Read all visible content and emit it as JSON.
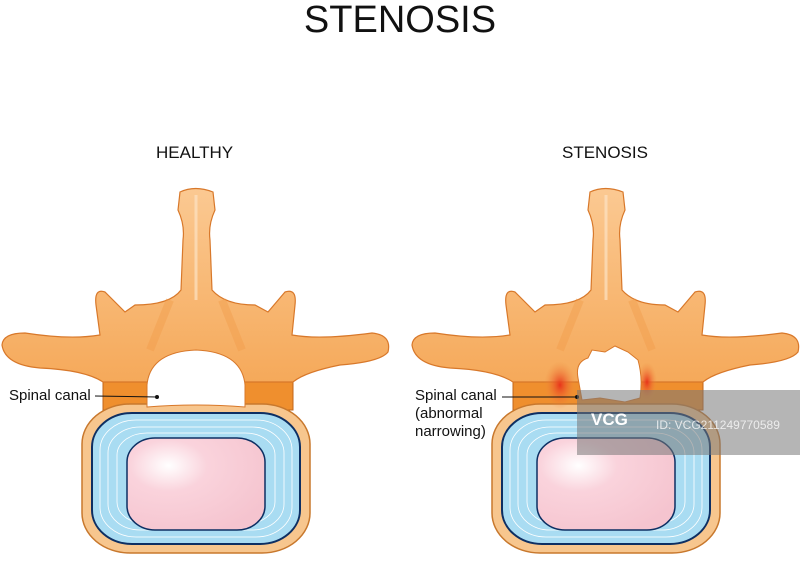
{
  "title": "STENOSIS",
  "panels": [
    {
      "heading": "HEALTHY",
      "label": "Spinal canal"
    },
    {
      "heading": "STENOSIS",
      "label_lines": [
        "Spinal canal",
        "(abnormal",
        "narrowing)"
      ]
    }
  ],
  "watermark": {
    "logo": "VCG",
    "id": "ID: VCG211249770589"
  },
  "colors": {
    "bone": "#f7b36b",
    "bone_dark": "#ef8f2e",
    "disc_blue": "#a9dcf2",
    "nucleus": "#f8ccd6",
    "outline": "#0d2f63",
    "inflammation": "#e8431e"
  }
}
